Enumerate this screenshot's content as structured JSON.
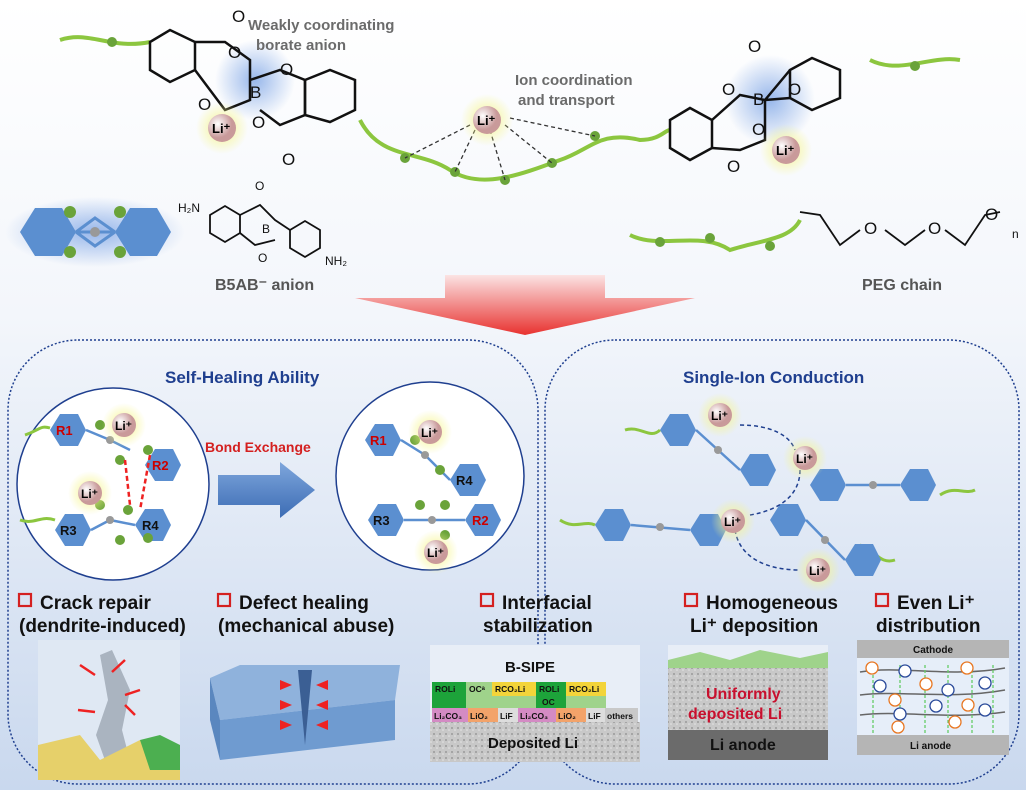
{
  "top": {
    "borate_label_1": "Weakly coordinating",
    "borate_label_2": "borate anion",
    "ion_label_1": "Ion coordination",
    "ion_label_2": "and transport",
    "li_ion": "Li⁺",
    "b5ab_label": "B5AB⁻ anion",
    "peg_label": "PEG chain",
    "atoms": {
      "O": "O",
      "B": "B",
      "nh2": "NH₂",
      "h2n": "H₂N",
      "n": "n"
    }
  },
  "self_healing": {
    "title": "Self-Healing Ability",
    "bond_exchange": "Bond Exchange",
    "r1": "R1",
    "r2": "R2",
    "r3": "R3",
    "r4": "R4"
  },
  "single_ion": {
    "title": "Single-Ion Conduction"
  },
  "features": [
    {
      "line1": "Crack repair",
      "line2": "(dendrite-induced)"
    },
    {
      "line1": "Defect healing",
      "line2": "(mechanical  abuse)"
    },
    {
      "line1": "Interfacial",
      "line2": "stabilization"
    },
    {
      "line1": "Homogeneous",
      "line2": "Li⁺ deposition"
    },
    {
      "line1": "Even Li⁺",
      "line2": "distribution"
    }
  ],
  "sei": {
    "top": "B-SIPE",
    "components": [
      "ROLi",
      "OCᵃ",
      "RCO₂Li",
      "ROLi",
      "OC",
      "RCO₂Li",
      "Li₂CO₃",
      "LiO₂",
      "LiF",
      "Li₂CO₃",
      "LiO₂",
      "LiF",
      "others"
    ],
    "bottom": "Deposited Li"
  },
  "deposition": {
    "line1": "Uniformly",
    "line2": "deposited Li",
    "anode": "Li anode"
  },
  "distribution": {
    "cathode": "Cathode",
    "anode": "Li anode",
    "anion": "−"
  },
  "colors": {
    "accent_red": "#d42020",
    "title_blue": "#1f3f8f",
    "hexagon_blue": "#5b8fd0",
    "chain_green": "#8cc63f",
    "li_ball": "#e8b7b7"
  }
}
